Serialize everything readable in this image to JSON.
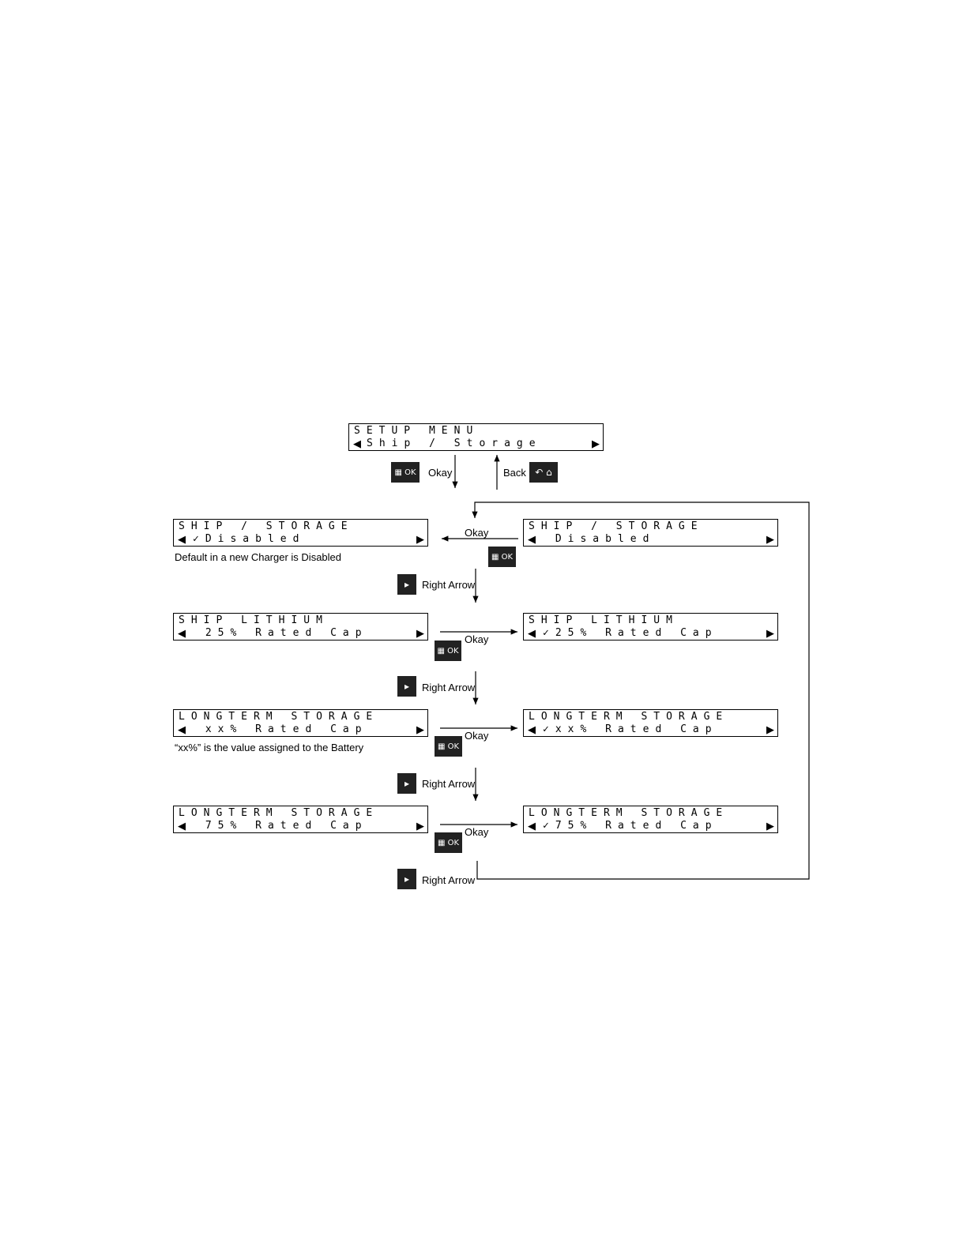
{
  "screens": {
    "setup_menu": {
      "line1": "SETUP MENU",
      "line2": "Ship / Storage"
    },
    "ship_storage_checked": {
      "line1": "SHIP / STORAGE",
      "line2": "✓Disabled"
    },
    "ship_storage": {
      "line1": "SHIP / STORAGE",
      "line2": " Disabled"
    },
    "ship_lithium": {
      "line1": "SHIP LITHIUM",
      "line2": " 25% Rated Cap"
    },
    "ship_lithium_checked": {
      "line1": "SHIP LITHIUM",
      "line2": "✓25% Rated Cap"
    },
    "longterm_xx": {
      "line1": "LONGTERM STORAGE",
      "line2": " xx% Rated Cap"
    },
    "longterm_xx_checked": {
      "line1": "LONGTERM STORAGE",
      "line2": "✓xx% Rated Cap"
    },
    "longterm_75": {
      "line1": "LONGTERM STORAGE",
      "line2": " 75% Rated Cap"
    },
    "longterm_75_checked": {
      "line1": "LONGTERM STORAGE",
      "line2": "✓75% Rated Cap"
    }
  },
  "labels": {
    "okay": "Okay",
    "back": "Back",
    "right_arrow": "Right Arrow"
  },
  "buttons": {
    "ok": "▦ OK",
    "back": "↶ ⌂",
    "right": "▸"
  },
  "notes": {
    "default": "Default in a new Charger is Disabled",
    "xx": "“xx%” is the value assigned to the Battery"
  },
  "glyphs": {
    "left": "◀",
    "right": "▶"
  }
}
